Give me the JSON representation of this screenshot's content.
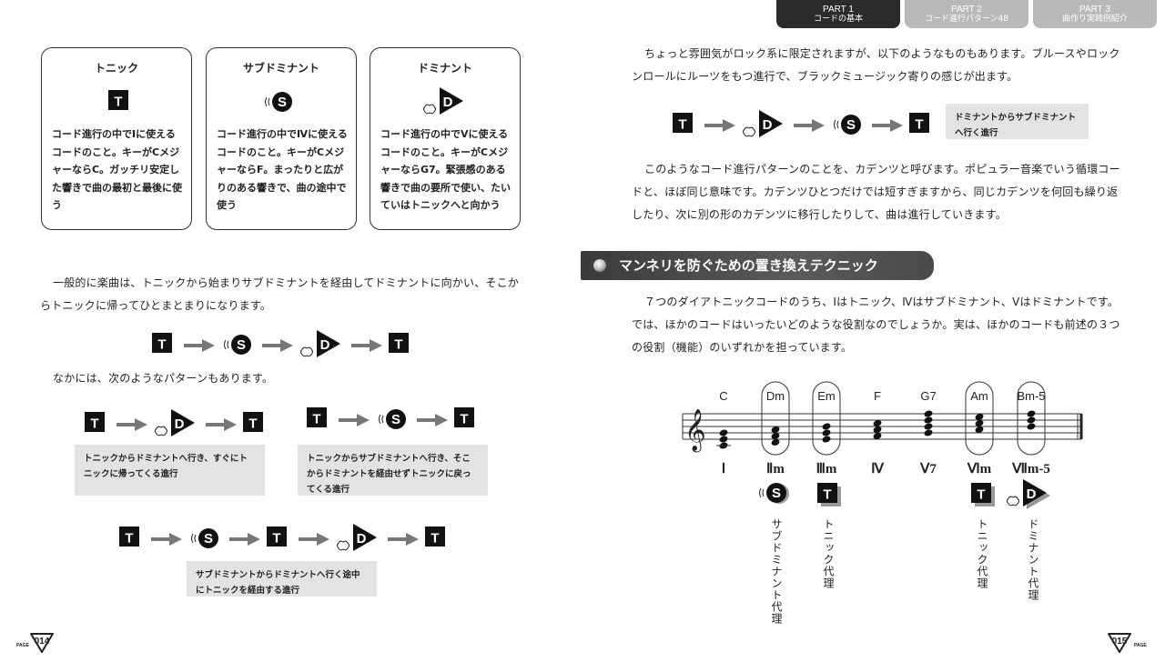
{
  "tabs": [
    {
      "part": "PART 1",
      "label": "コードの基本",
      "active": true
    },
    {
      "part": "PART 2",
      "label": "コード進行パターン48",
      "active": false
    },
    {
      "part": "PART 3",
      "label": "曲作り実践例紹介",
      "active": false
    }
  ],
  "symbols": {
    "tonic": "T",
    "subdominant": "S",
    "dominant": "D"
  },
  "function_boxes": [
    {
      "title": "トニック",
      "text": "コード進行の中でⅠに使えるコードのこと。キーがCメジャーならC。ガッチリ安定した響きで曲の最初と最後に使う"
    },
    {
      "title": "サブドミナント",
      "text": "コード進行の中でⅣに使えるコードのこと。キーがCメジャーならF。まったりと広がりのある響きで、曲の途中で使う"
    },
    {
      "title": "ドミナント",
      "text": "コード進行の中でⅤに使えるコードのこと。キーがCメジャーならG7。緊張感のある響きで曲の要所で使い、たいていはトニックへと向かう"
    }
  ],
  "left": {
    "para1": "一般的に楽曲は、トニックから始まりサブドミナントを経由してドミナントに向かい、そこからトニックに帰ってひとまとまりになります。",
    "para2": "なかには、次のようなパターンもあります。",
    "captions": [
      "トニックからドミナントへ行き、すぐにトニックに帰ってくる進行",
      "トニックからサブドミナントへ行き、そこからドミナントを経由せずトニックに戻ってくる進行",
      "サブドミナントからドミナントへ行く途中にトニックを経由する進行"
    ]
  },
  "right": {
    "para1": "ちょっと雰囲気がロック系に限定されますが、以下のようなものもあります。ブルースやロックンロールにルーツをもつ進行で、ブラックミュージック寄りの感じが出ます。",
    "caption": "ドミナントからサブドミナントへ行く進行",
    "para2": "このようなコード進行パターンのことを、カデンツと呼びます。ポピュラー音楽でいう循環コードと、ほぼ同じ意味です。カデンツひとつだけでは短すぎますから、同じカデンツを何回も繰り返したり、次に別の形のカデンツに移行したりして、曲は進行していきます。",
    "section_title": "マンネリを防ぐための置き換えテクニック",
    "para3": "７つのダイアトニックコードのうち、Ⅰはトニック、Ⅳはサブドミナント、Ⅴはドミナントです。では、ほかのコードはいったいどのような役割なのでしょうか。実は、ほかのコードも前述の３つの役割（機能）のいずれかを担っています。"
  },
  "chords": [
    {
      "name": "C",
      "roman": "Ⅰ",
      "circled": false
    },
    {
      "name": "Dm",
      "roman": "Ⅱm",
      "circled": true
    },
    {
      "name": "Em",
      "roman": "Ⅲm",
      "circled": true
    },
    {
      "name": "F",
      "roman": "Ⅳ",
      "circled": false
    },
    {
      "name": "G7",
      "roman": "Ⅴ7",
      "circled": false
    },
    {
      "name": "Am",
      "roman": "Ⅵm",
      "circled": true
    },
    {
      "name": "Bm-5",
      "roman": "Ⅶm-5",
      "circled": true
    }
  ],
  "substitutes": [
    {
      "symbol": "S",
      "label": "サブドミナント代理"
    },
    {
      "symbol": "T",
      "label": "トニック代理"
    },
    {
      "symbol": "T",
      "label": "トニック代理"
    },
    {
      "symbol": "D",
      "label": "ドミナント代理"
    }
  ],
  "pages": {
    "left": "014",
    "right": "015",
    "page_label": "PAGE"
  }
}
